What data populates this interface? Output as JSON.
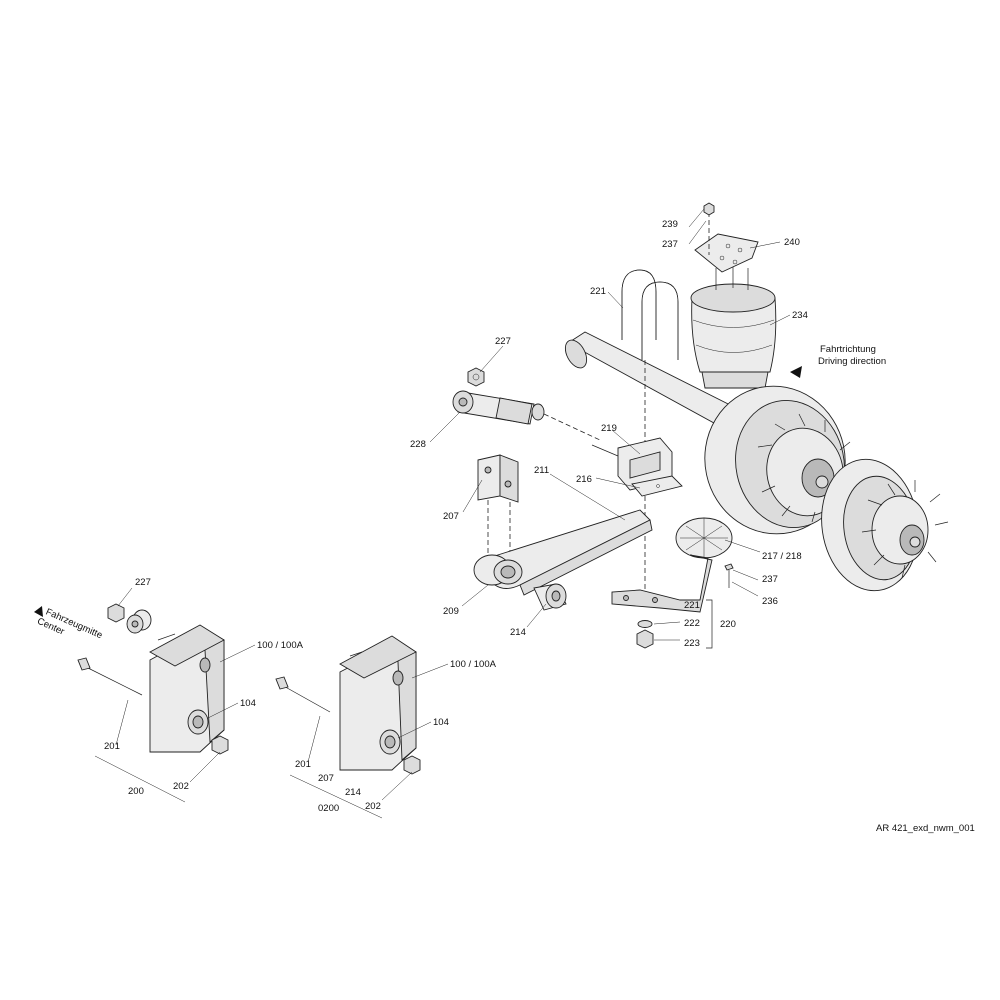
{
  "labels": {
    "l239": "239",
    "l237a": "237",
    "l240": "240",
    "l221a": "221",
    "l234": "234",
    "l227a": "227",
    "l228": "228",
    "l219": "219",
    "l211": "211",
    "l216": "216",
    "l207a": "207",
    "l209": "209",
    "l214a": "214",
    "l217": "217 / 218",
    "l237b": "237",
    "l236": "236",
    "l221b": "221",
    "l222": "222",
    "l223": "223",
    "l220": "220",
    "l227b": "227",
    "l100a": "100 / 100A",
    "l104a": "104",
    "l201a": "201",
    "l200": "200",
    "l202a": "202",
    "l100b": "100 / 100A",
    "l104b": "104",
    "l201b": "201",
    "l207b": "207",
    "l214b": "214",
    "l0200": "0200",
    "l202b": "202"
  },
  "direction": {
    "line1": "Fahrtrichtung",
    "line2": "Driving direction"
  },
  "center": {
    "line1": "Fahrzeugmitte",
    "line2": "Center"
  },
  "drawing_id": "AR 421_exd_nwm_001"
}
